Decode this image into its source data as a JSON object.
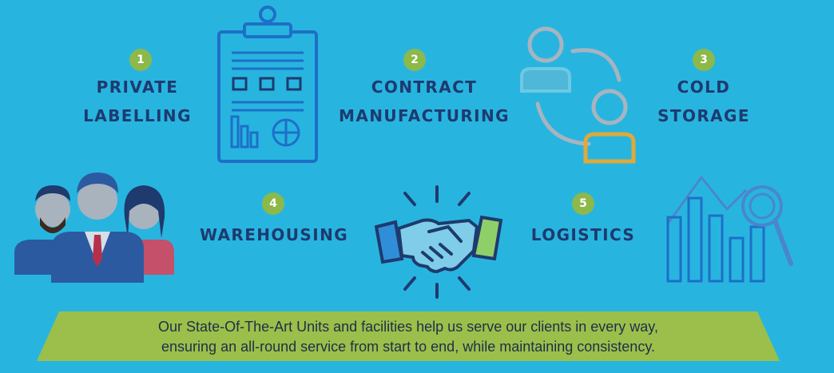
{
  "services": [
    {
      "number": "1",
      "line1": "PRIVATE",
      "line2": "LABELLING"
    },
    {
      "number": "2",
      "line1": "CONTRACT",
      "line2": "MANUFACTURING"
    },
    {
      "number": "3",
      "line1": "COLD",
      "line2": "STORAGE"
    },
    {
      "number": "4",
      "line1": "WAREHOUSING",
      "line2": ""
    },
    {
      "number": "5",
      "line1": "LOGISTICS",
      "line2": ""
    }
  ],
  "banner": {
    "line1": "Our State-Of-The-Art Units and facilities help us serve our clients in every way,",
    "line2": "ensuring an all-round service from start to end, while maintaining consistency."
  },
  "colors": {
    "background": "#27b5e0",
    "badge": "#8db84a",
    "heading": "#1e3a6e",
    "banner": "#9bbf4a",
    "icon_stroke": "#1e6fc7"
  },
  "icons": [
    "clipboard-icon",
    "people-exchange-icon",
    "team-icon",
    "handshake-icon",
    "growth-chart-icon"
  ]
}
